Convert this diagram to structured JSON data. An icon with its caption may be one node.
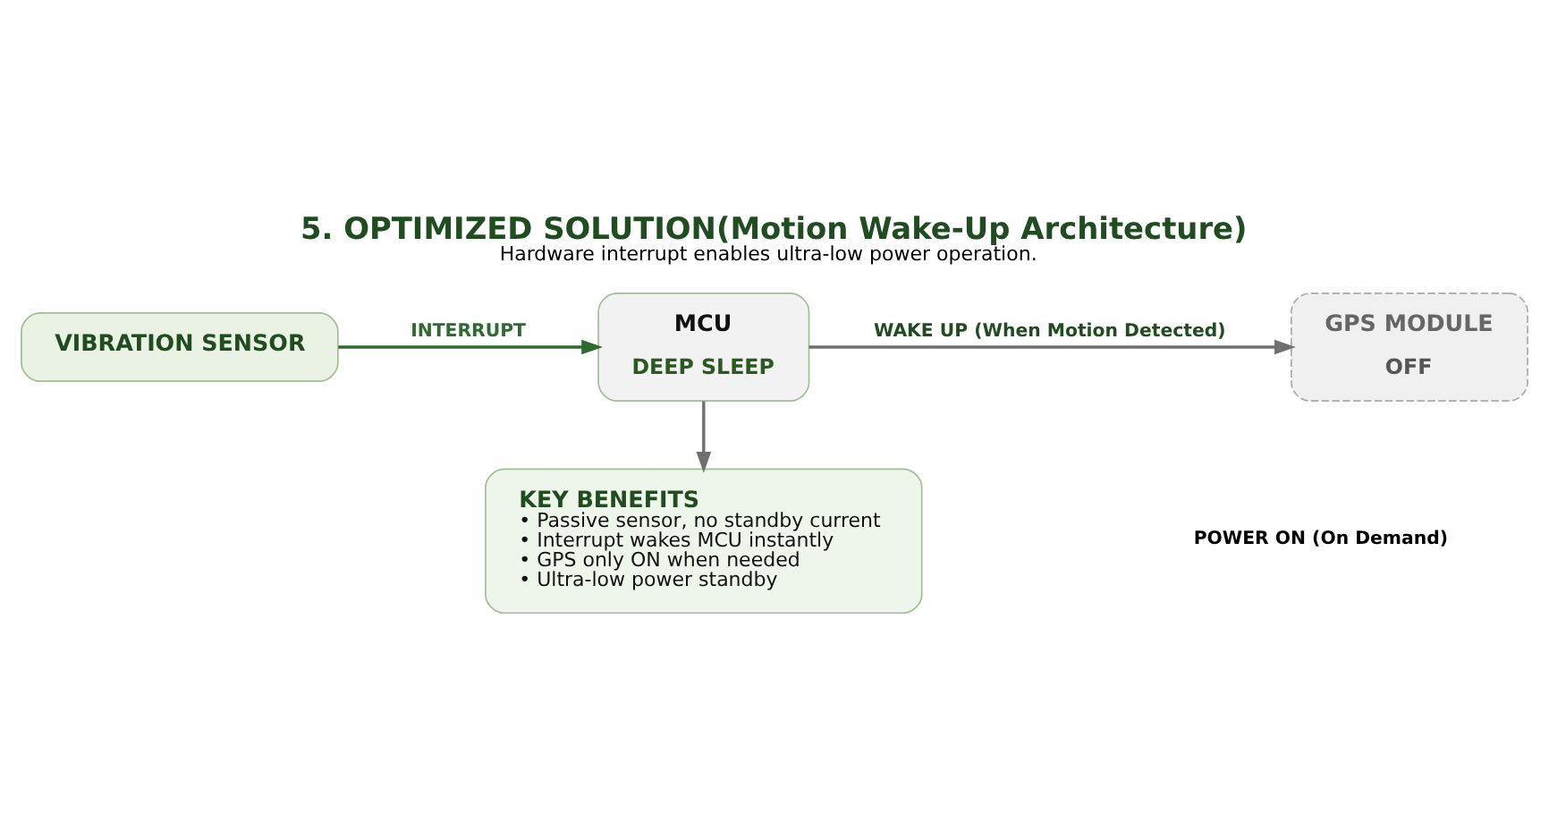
{
  "diagram": {
    "title": "5. OPTIMIZED SOLUTION(Motion Wake-Up Architecture)",
    "caption": "Hardware interrupt enables ultra-low power operation.",
    "nodes": [
      {
        "text": [
          "VIBRATION SENSOR"
        ]
      },
      {
        "text": [
          "MCU",
          "DEEP SLEEP"
        ]
      },
      {
        "text": [
          "GPS MODULE",
          "OFF"
        ]
      },
      {
        "text": [
          "KEY BENEFITS",
          "• Passive sensor, no standby current",
          "• Interrupt wakes MCU instantly",
          "• GPS only ON when needed",
          "• Ultra-low power standby"
        ]
      }
    ],
    "edges": [
      {
        "from": 0,
        "to": 1,
        "arrow": "to",
        "label": "INTERRUPT",
        "color": "#2e6b2e"
      },
      {
        "from": 1,
        "to": 2,
        "arrow": "to",
        "label": "WAKE UP (When Motion Detected)"
      },
      {
        "from": 1,
        "to": 3,
        "arrow": "to"
      }
    ],
    "labels": [
      "POWER ON (On Demand)"
    ]
  }
}
